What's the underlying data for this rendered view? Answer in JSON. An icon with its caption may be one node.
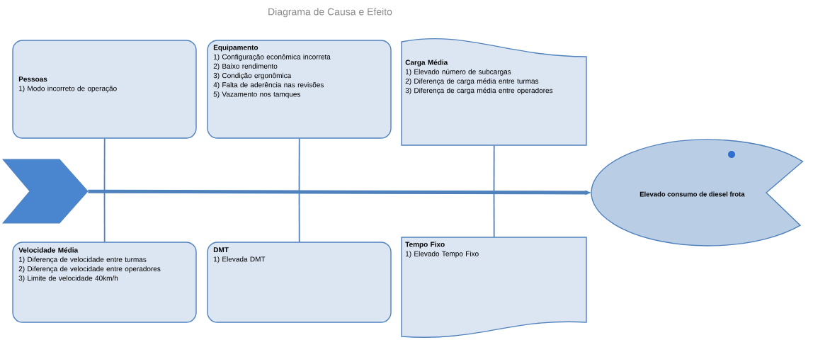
{
  "diagram": {
    "title": "Diagrama de Causa e Efeito",
    "nodes": [
      {
        "text": [
          "Pessoas",
          "1) Modo incorreto de operação"
        ]
      },
      {
        "text": [
          "Equipamento",
          "1) Configuração  econômica incorreta",
          "2) Baixo rendimento",
          "3) Condição ergonômica",
          "4) Falta de aderência nas revisões",
          "5) Vazamento nos tamques"
        ]
      },
      {
        "text": [
          "Carga Média",
          "1) Elevado número de subcargas",
          "2) Diferença de carga média entre turmas",
          "3) Diferença de carga média entre operadores"
        ]
      },
      {
        "text": [
          "Velocidade Média",
          "1) Diferença de velocidade entre turmas",
          "2) Diferença de velocidade entre operadores",
          "3) Limite de velocidade 40km/h"
        ]
      },
      {
        "text": [
          "DMT",
          "1) Elevada DMT"
        ]
      },
      {
        "text": [
          "Tempo Fixo",
          "1) Elevado Tempo Fixo"
        ]
      },
      {
        "text": [],
        "shape": "chevron"
      },
      {
        "text": [
          "Elevado consumo de diesel frota"
        ]
      }
    ],
    "edges": [
      {
        "from": 6,
        "to": 7,
        "arrow": "to",
        "style": "thick"
      },
      {
        "from": 0,
        "to": null,
        "arrow": "none"
      },
      {
        "from": 1,
        "to": null,
        "arrow": "none"
      },
      {
        "from": 2,
        "to": null,
        "arrow": "none"
      },
      {
        "from": 3,
        "to": null,
        "arrow": "none"
      },
      {
        "from": 4,
        "to": null,
        "arrow": "none"
      },
      {
        "from": 5,
        "to": null,
        "arrow": "none"
      }
    ]
  }
}
